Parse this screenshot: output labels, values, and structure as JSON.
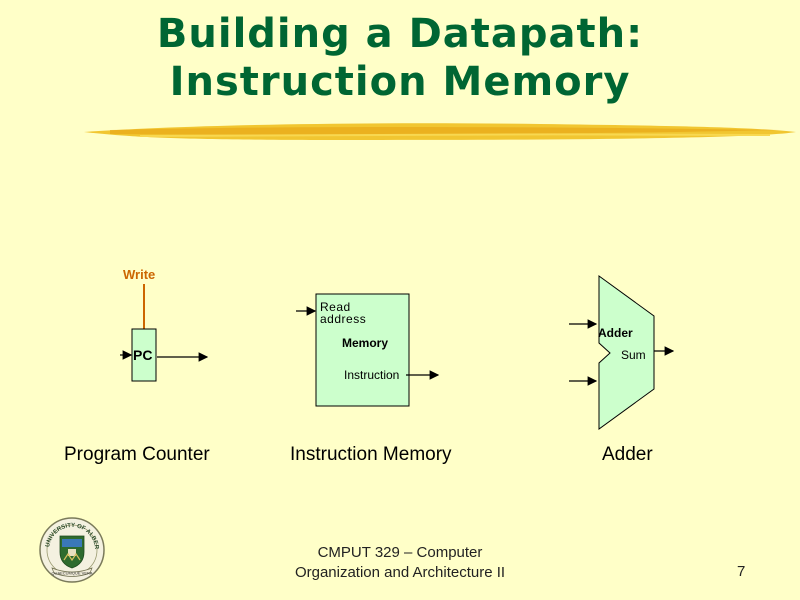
{
  "slide": {
    "title_line1": "Building a Datapath:",
    "title_line2": "Instruction Memory"
  },
  "pc": {
    "write_label": "Write",
    "box_label": "PC",
    "caption": "Program Counter"
  },
  "imem": {
    "read_address_line1": "Read",
    "read_address_line2": "address",
    "memory_label": "Memory",
    "instruction_label": "Instruction",
    "caption": "Instruction Memory"
  },
  "adder": {
    "adder_label": "Adder",
    "sum_label": "Sum",
    "caption": "Adder"
  },
  "footer": {
    "course_line1": "CMPUT 329 – Computer",
    "course_line2": "Organization and Architecture II",
    "page_number": "7"
  },
  "logo": {
    "top_text": "UNIVERSITY OF ALBERTA",
    "motto": "QUAECUMQUE VERA"
  },
  "colors": {
    "title": "#006633",
    "box_fill": "#ccffcc",
    "write_signal": "#cc6600",
    "background": "#ffffc8",
    "brush": "#f0c020"
  }
}
